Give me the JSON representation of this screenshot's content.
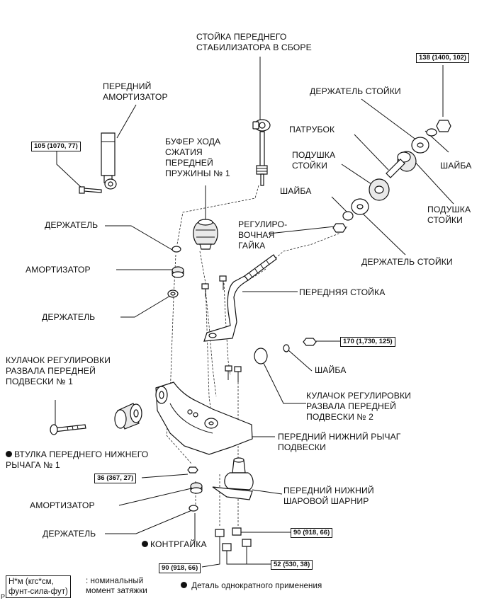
{
  "labels": {
    "stabilizer_link": "СТОЙКА ПЕРЕДНЕГО\nСТАБИЛИЗАТОРА В СБОРЕ",
    "front_shock": "ПЕРЕДНИЙ\nАМОРТИЗАТОР",
    "bump_stopper": "БУФЕР ХОДА\nСЖАТИЯ\nПЕРЕДНЕЙ\nПРУЖИНЫ № 1",
    "link_retainer_top": "ДЕРЖАТЕЛЬ СТОЙКИ",
    "bushing_pipe": "ПАТРУБОК",
    "strut_cushion_left": "ПОДУШКА\nСТОЙКИ",
    "washer_top": "ШАЙБА",
    "strut_cushion_right": "ПОДУШКА\nСТОЙКИ",
    "washer_mid": "ШАЙБА",
    "adjusting_nut": "РЕГУЛИРО-\nВОЧНАЯ\nГАЙКА",
    "link_retainer_bottom": "ДЕРЖАТЕЛЬ СТОЙКИ",
    "retainer_1": "ДЕРЖАТЕЛЬ",
    "damper_1": "АМОРТИЗАТОР",
    "retainer_2": "ДЕРЖАТЕЛЬ",
    "front_strut": "ПЕРЕДНЯЯ СТОЙКА",
    "washer_right": "ШАЙБА",
    "camber_cam_1": "КУЛАЧОК РЕГУЛИРОВКИ\nРАЗВАЛА ПЕРЕДНЕЙ\nПОДВЕСКИ № 1",
    "camber_cam_2": "КУЛАЧОК РЕГУЛИРОВКИ\nРАЗВАЛА ПЕРЕДНЕЙ\nПОДВЕСКИ № 2",
    "lower_arm_bushing": "ВТУЛКА ПЕРЕДНЕГО НИЖНЕГО\nРЫЧАГА № 1",
    "lower_arm": "ПЕРЕДНИЙ НИЖНИЙ РЫЧАГ\nПОДВЕСКИ",
    "damper_2": "АМОРТИЗАТОР",
    "ball_joint": "ПЕРЕДНИЙ НИЖНИЙ\nШАРОВОЙ ШАРНИР",
    "retainer_3": "ДЕРЖАТЕЛЬ",
    "lock_nut": "КОНТРГАЙКА"
  },
  "torques": {
    "t138": "138 (1400, 102)",
    "t105": "105 (1070, 77)",
    "t170": "170 (1,730, 125)",
    "t36": "36 (367, 27)",
    "t90a": "90 (918, 66)",
    "t90b": "90 (918, 66)",
    "t52": "52 (530, 38)"
  },
  "legend": {
    "unit_box": "Н*м (кгс*см,\nфунт-сила-фут)",
    "unit_desc": ": номинальный\nмомент затяжки",
    "non_reusable": "Деталь однократного применения",
    "corner_mark": "P"
  },
  "colors": {
    "ink": "#111111",
    "background": "#ffffff"
  }
}
